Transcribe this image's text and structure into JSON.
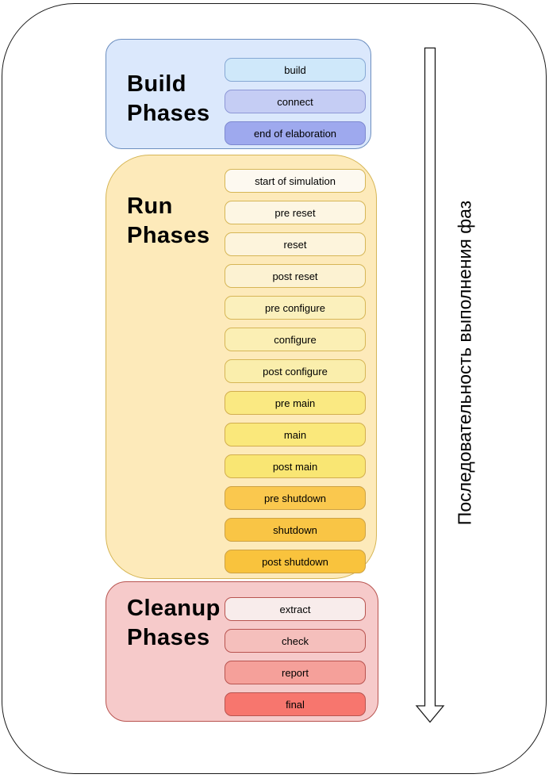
{
  "sections": [
    {
      "id": "build",
      "title": "Build Phases",
      "fill": "#dbe8fc",
      "border": "#6c8ebf",
      "phases": [
        {
          "label": "build",
          "fill": "#cfe8fa",
          "border": "#86a8d4"
        },
        {
          "label": "connect",
          "fill": "#c5cdf4",
          "border": "#8d97d6"
        },
        {
          "label": "end of elaboration",
          "fill": "#9ea9ee",
          "border": "#7e89d0"
        }
      ]
    },
    {
      "id": "run",
      "title": "Run Phases",
      "fill": "#fdeaba",
      "border": "#d6b656",
      "phases": [
        {
          "label": "start of simulation",
          "fill": "#fdf9f0",
          "border": "#d6b656"
        },
        {
          "label": "pre reset",
          "fill": "#fdf6e3",
          "border": "#d6b656"
        },
        {
          "label": "reset",
          "fill": "#fdf4dc",
          "border": "#d6b656"
        },
        {
          "label": "post reset",
          "fill": "#fcf2d2",
          "border": "#d6b656"
        },
        {
          "label": "pre configure",
          "fill": "#fbf0bc",
          "border": "#d6b656"
        },
        {
          "label": "configure",
          "fill": "#fbefb4",
          "border": "#d6b656"
        },
        {
          "label": "post configure",
          "fill": "#faeeac",
          "border": "#d6b656"
        },
        {
          "label": "pre main",
          "fill": "#fae982",
          "border": "#d2ae4e"
        },
        {
          "label": "main",
          "fill": "#fae87b",
          "border": "#d2ae4e"
        },
        {
          "label": "post main",
          "fill": "#f9e673",
          "border": "#d2ae4e"
        },
        {
          "label": "pre shutdown",
          "fill": "#fac84e",
          "border": "#cda244"
        },
        {
          "label": "shutdown",
          "fill": "#f9c545",
          "border": "#cda244"
        },
        {
          "label": "post shutdown",
          "fill": "#f9c33d",
          "border": "#cda244"
        }
      ]
    },
    {
      "id": "cleanup",
      "title": "Cleanup Phases",
      "fill": "#f6caca",
      "border": "#b85450",
      "phases": [
        {
          "label": "extract",
          "fill": "#f8eceb",
          "border": "#b85450"
        },
        {
          "label": "check",
          "fill": "#f5bfbc",
          "border": "#b85450"
        },
        {
          "label": "report",
          "fill": "#f5a09a",
          "border": "#b85450"
        },
        {
          "label": "final",
          "fill": "#f7766e",
          "border": "#b85450"
        }
      ]
    }
  ],
  "arrow": {
    "direction": "down",
    "label": "Последовательность выполнения фаз"
  }
}
